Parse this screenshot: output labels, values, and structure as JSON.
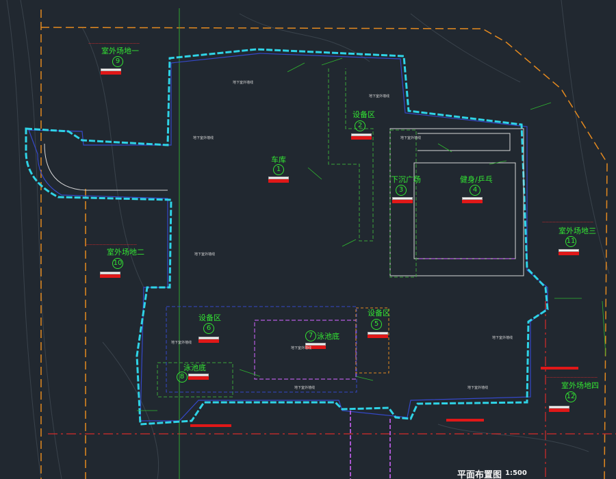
{
  "drawing": {
    "title": "平面布置图",
    "scale": "1:500",
    "colors": {
      "background": "#212830",
      "boundary": "#2fd3e6",
      "label": "#33e633",
      "warning": "#ff2a2a",
      "redline": "#d62b2b",
      "orange": "#e58a1f",
      "purple": "#b75ce0"
    }
  },
  "zones": [
    {
      "id": "z1",
      "number": "1",
      "name": "车库"
    },
    {
      "id": "z2",
      "number": "2",
      "name": "设备区"
    },
    {
      "id": "z3",
      "number": "3",
      "name": "下沉广场"
    },
    {
      "id": "z4",
      "number": "4",
      "name": "健身/乒乓"
    },
    {
      "id": "z5",
      "number": "5",
      "name": "设备区"
    },
    {
      "id": "z6",
      "number": "6",
      "name": "设备区"
    },
    {
      "id": "z7",
      "number": "7",
      "name": "泳池底"
    },
    {
      "id": "z8",
      "number": "8",
      "name": "泳池底"
    },
    {
      "id": "z9",
      "number": "9",
      "name": "室外场地一"
    },
    {
      "id": "z10",
      "number": "10",
      "name": "室外场地二"
    },
    {
      "id": "z11",
      "number": "11",
      "name": "室外场地三"
    },
    {
      "id": "z12",
      "number": "12",
      "name": "室外场地四"
    }
  ],
  "notes": {
    "basement_outer_wall": "地下室外墙线"
  }
}
